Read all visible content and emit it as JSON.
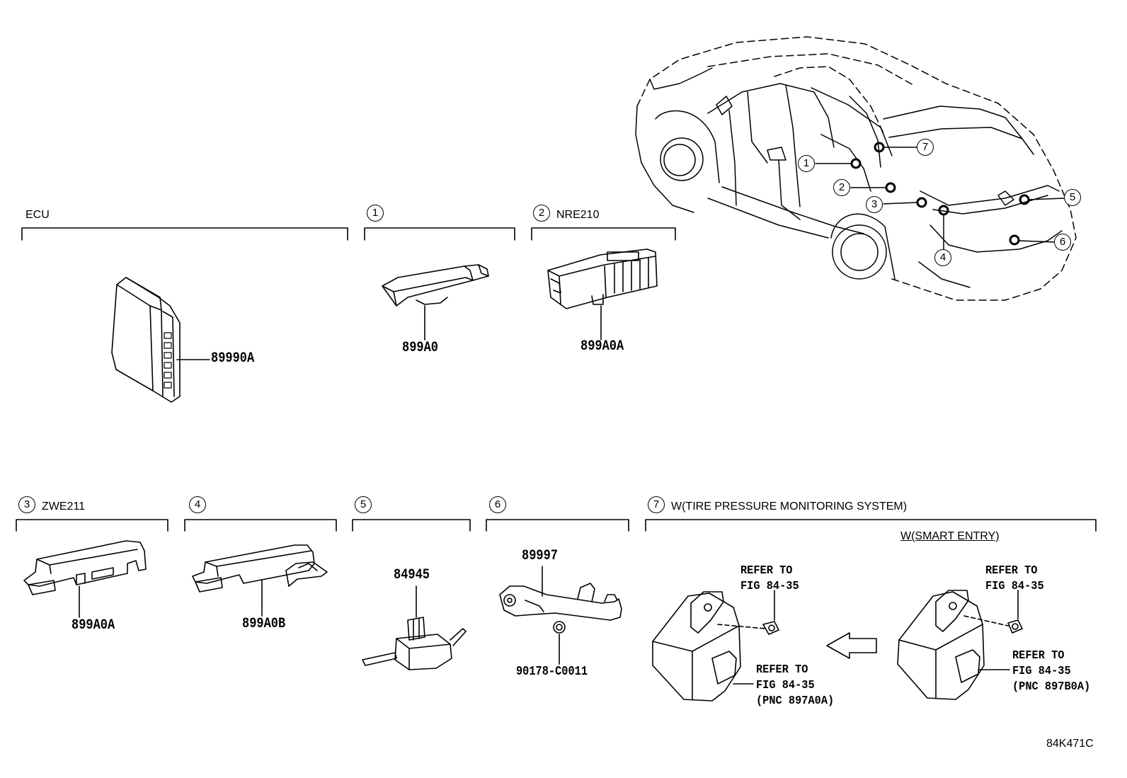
{
  "sections": {
    "ecu": "ECU",
    "s1_num": "1",
    "s2_num": "2",
    "s2_code": "NRE210",
    "s3_num": "3",
    "s3_code": "ZWE211",
    "s4_num": "4",
    "s5_num": "5",
    "s6_num": "6",
    "s7_num": "7",
    "s7_title": "W(TIRE PRESSURE MONITORING SYSTEM)",
    "smart_entry": "W(SMART ENTRY)"
  },
  "parts": {
    "ecu": "89990A",
    "p1": "899A0",
    "p2": "899A0A",
    "p3": "899A0A",
    "p4": "899A0B",
    "p5": "84945",
    "p6_main": "89997",
    "p6_clip": "90178-C0011"
  },
  "refs": {
    "left_bolt": [
      "REFER TO",
      "FIG 84-35"
    ],
    "left_unit": [
      "REFER TO",
      "FIG 84-35",
      "(PNC 897A0A)"
    ],
    "right_bolt": [
      "REFER TO",
      "FIG 84-35"
    ],
    "right_unit": [
      "REFER TO",
      "FIG 84-35",
      "(PNC 897B0A)"
    ]
  },
  "car_callouts": [
    "1",
    "2",
    "3",
    "4",
    "5",
    "6",
    "7"
  ],
  "figure_id": "84K471C"
}
